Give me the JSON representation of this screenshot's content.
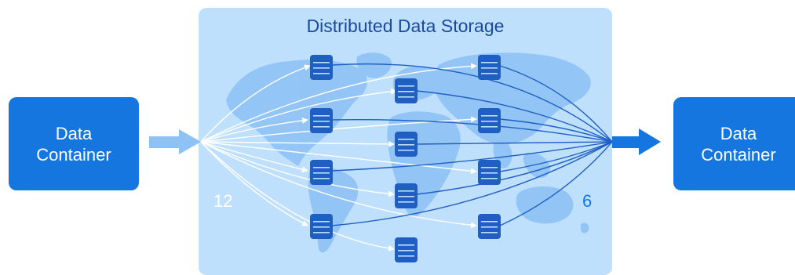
{
  "left_container": {
    "line1": "Data",
    "line2": "Container"
  },
  "right_container": {
    "line1": "Data",
    "line2": "Container"
  },
  "storage": {
    "title": "Distributed Data Storage"
  },
  "counts": {
    "inbound": "12",
    "outbound": "6"
  },
  "colors": {
    "container": "#1676e0",
    "panel": "#bfe0fd",
    "map": "#8ec2f5",
    "server": "#1f5fc4",
    "inbound_arrows": "#ffffff",
    "outbound_arrows": "#1f5fc4"
  },
  "icons": {
    "server": "server-icon",
    "world_map": "world-map-graphic"
  }
}
